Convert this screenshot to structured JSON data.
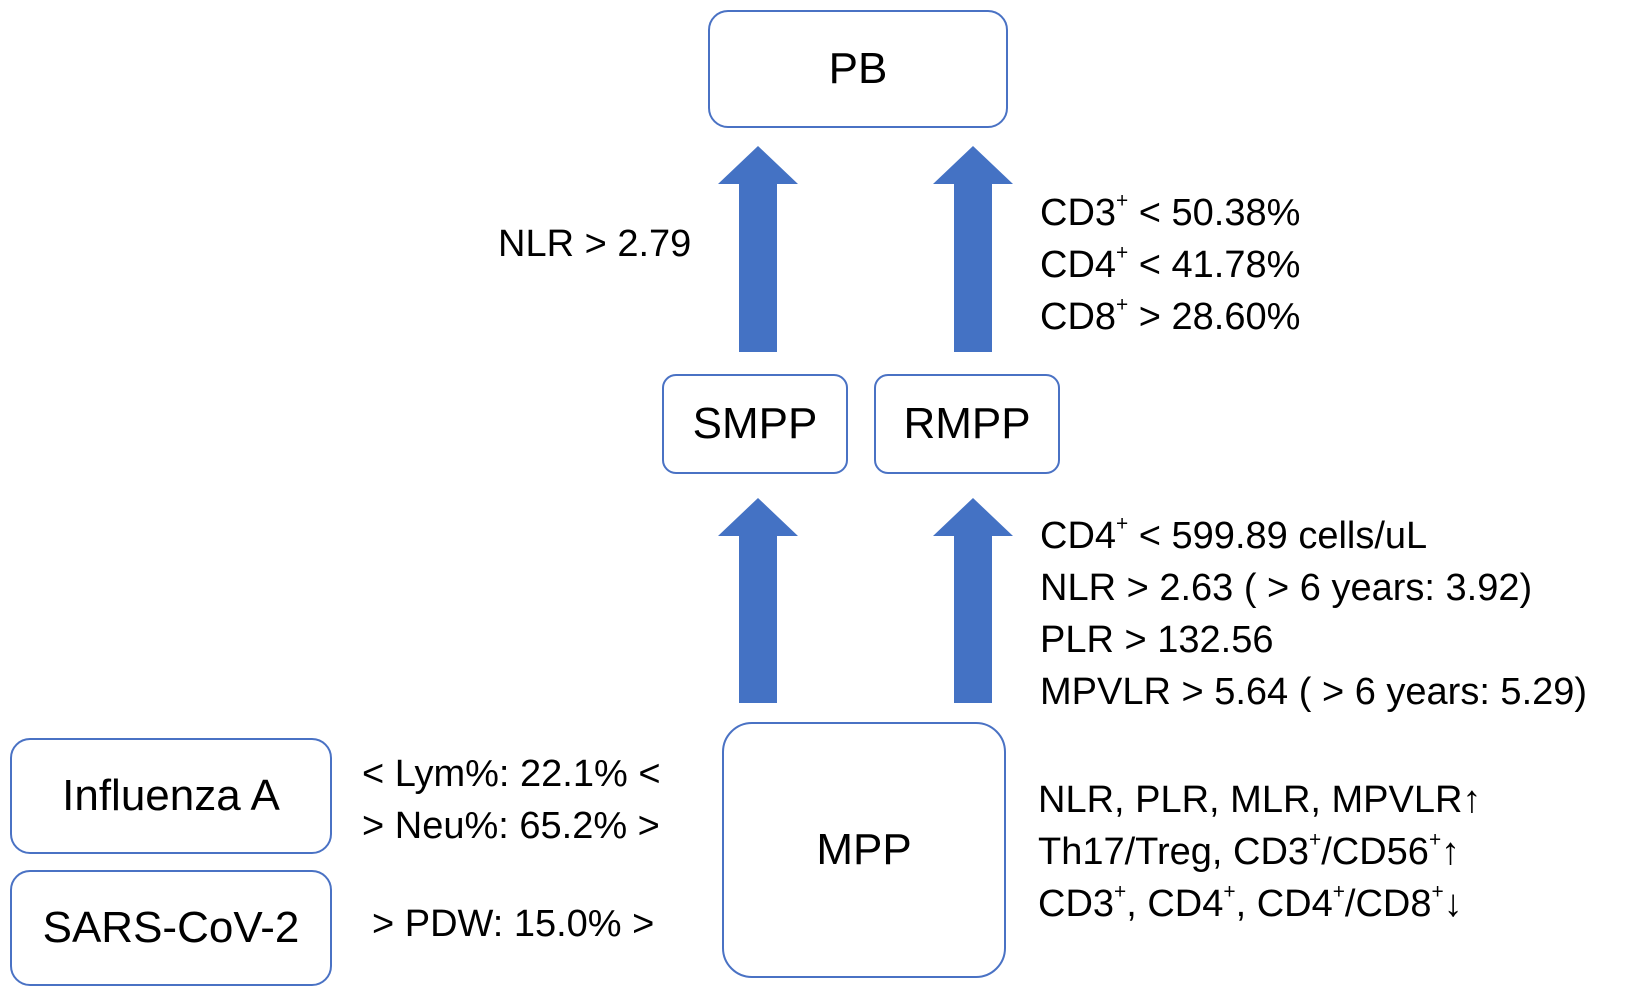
{
  "colors": {
    "arrow": "#4472c4",
    "box_border": "#4a72c4"
  },
  "nodes": {
    "pb": "PB",
    "smpp": "SMPP",
    "rmpp": "RMPP",
    "mpp": "MPP",
    "influenza": "Influenza A",
    "sars": "SARS-CoV-2"
  },
  "labels": {
    "smpp_to_pb": "NLR > 2.79",
    "rmpp_to_pb": [
      {
        "m": "CD3",
        "s": "+",
        "r": " < 50.38%"
      },
      {
        "m": "CD4",
        "s": "+",
        "r": " < 41.78%"
      },
      {
        "m": "CD8",
        "s": "+",
        "r": " > 28.60%"
      }
    ],
    "mpp_to_rmpp": [
      {
        "m": "CD4",
        "s": "+",
        "r": " < 599.89 cells/uL"
      },
      {
        "m": "NLR > 2.63 ( > 6 years: 3.92)",
        "s": "",
        "r": ""
      },
      {
        "m": "PLR > 132.56",
        "s": "",
        "r": ""
      },
      {
        "m": "MPVLR > 5.64 ( > 6 years: 5.29)",
        "s": "",
        "r": ""
      }
    ],
    "influenza_vs_mpp": [
      "< Lym%: 22.1% <",
      "> Neu%: 65.2% >"
    ],
    "sars_vs_mpp": "> PDW: 15.0% >",
    "mpp_markers": {
      "line1": "NLR, PLR, MLR, MPVLR↑",
      "line2": [
        {
          "t": "Th17/Treg, CD3"
        },
        {
          "t": "+",
          "sup": true
        },
        {
          "t": "/CD56"
        },
        {
          "t": "+",
          "sup": true
        },
        {
          "t": "↑"
        }
      ],
      "line3": [
        {
          "t": "CD3"
        },
        {
          "t": "+",
          "sup": true
        },
        {
          "t": ", CD4"
        },
        {
          "t": "+",
          "sup": true
        },
        {
          "t": ", CD4"
        },
        {
          "t": "+",
          "sup": true
        },
        {
          "t": "/CD8"
        },
        {
          "t": "+",
          "sup": true
        },
        {
          "t": "↓"
        }
      ]
    }
  }
}
